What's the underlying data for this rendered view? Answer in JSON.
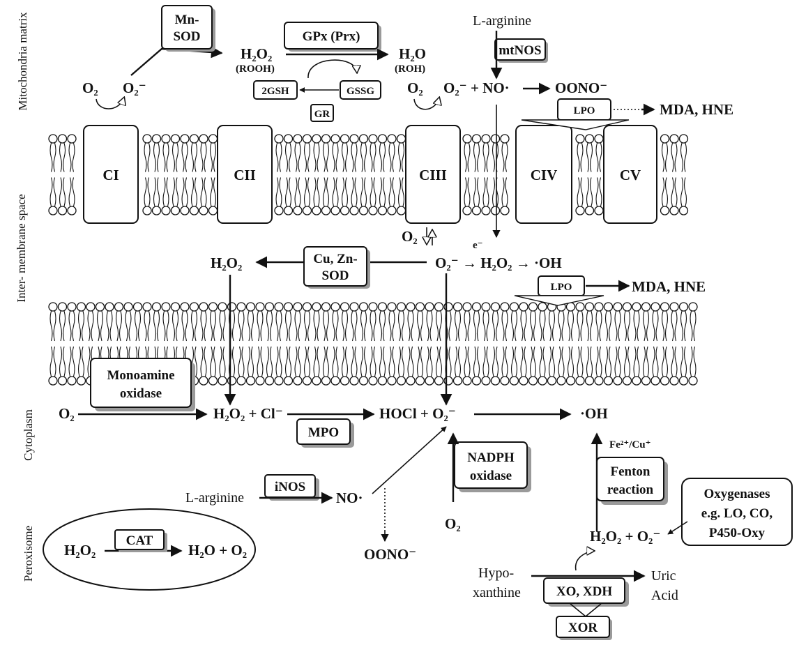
{
  "regions": {
    "matrix": "Mitochondria matrix",
    "intermembrane": "Inter- membrane space",
    "cytoplasm": "Cytoplasm",
    "peroxisome": "Peroxisome"
  },
  "complexes": [
    "CI",
    "CII",
    "CIII",
    "CIV",
    "CV"
  ],
  "enzymes": {
    "mnsod": [
      "Mn-",
      "SOD"
    ],
    "gpx": "GPx (Prx)",
    "gssg": "GSSG",
    "gsh": "2GSH",
    "gr": "GR",
    "mtnos": "mtNOS",
    "lpo": "LPO",
    "cuznsod": [
      "Cu, Zn-",
      "SOD"
    ],
    "mao": [
      "Monoamine",
      "oxidase"
    ],
    "mpo": "MPO",
    "nadph": [
      "NADPH",
      "oxidase"
    ],
    "inos": "iNOS",
    "fenton": [
      "Fenton",
      "reaction"
    ],
    "oxygenases": [
      "Oxygenases",
      "e.g. LO, CO,",
      "P450-Oxy"
    ],
    "cat": "CAT",
    "xo": "XO, XDH",
    "xor": "XOR"
  },
  "labels": {
    "o2": "O₂",
    "superoxide": "O₂⁻",
    "h2o2": "H₂O₂",
    "rooh": "(ROOH)",
    "h2o": "H₂O",
    "roh": "(ROH)",
    "l_arginine": "L-arginine",
    "no_rxn": "O₂⁻ + NO·",
    "oono": "OONO⁻",
    "mda_hne": "MDA, HNE",
    "e_minus": "e⁻",
    "ims_chain": "O₂⁻ → H₂O₂ → ·OH",
    "h2o2_cl": "H₂O₂ + Cl⁻",
    "hocl": "HOCl + O₂⁻",
    "oh": "·OH",
    "fe_cu": "Fe²⁺/Cu⁺",
    "no": "NO·",
    "h2o2_o2": "H₂O₂ + O₂⁻",
    "cat_products": "H₂O + O₂",
    "hypoxanthine": [
      "Hypo-",
      "xanthine"
    ],
    "uric_acid": [
      "Uric",
      "Acid"
    ]
  }
}
